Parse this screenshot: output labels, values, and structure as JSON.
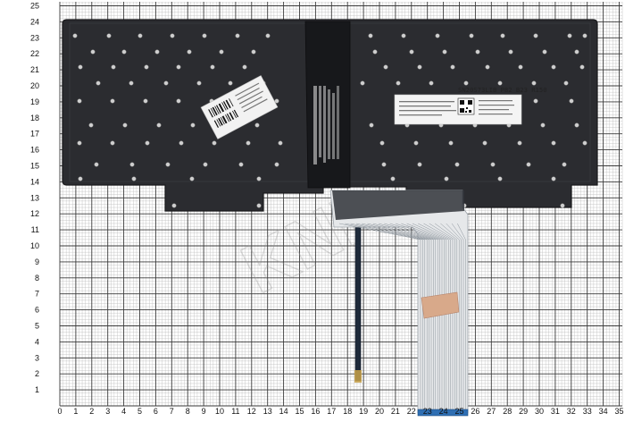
{
  "grid": {
    "x_labels": [
      "0",
      "1",
      "2",
      "3",
      "4",
      "5",
      "6",
      "7",
      "8",
      "9",
      "10",
      "11",
      "12",
      "13",
      "14",
      "15",
      "16",
      "17",
      "18",
      "19",
      "20",
      "21",
      "22",
      "23",
      "24",
      "25",
      "26",
      "27",
      "28",
      "29",
      "30",
      "31",
      "32",
      "33",
      "34",
      "35"
    ],
    "y_labels": [
      "1",
      "2",
      "3",
      "4",
      "5",
      "6",
      "7",
      "8",
      "9",
      "10",
      "11",
      "12",
      "13",
      "14",
      "15",
      "16",
      "17",
      "18",
      "19",
      "20",
      "21",
      "22",
      "23",
      "24",
      "25"
    ]
  },
  "part_label": {
    "text": "SN20S73LIB P82 B23 R150"
  },
  "watermark": {
    "text": "KNIVATE"
  },
  "colors": {
    "keyboard_body": "#2b2c30",
    "grid_major": "#333333",
    "grid_minor": "#b5b5b5",
    "cable": "#e6e8ea",
    "tape": "#d8a98a"
  }
}
